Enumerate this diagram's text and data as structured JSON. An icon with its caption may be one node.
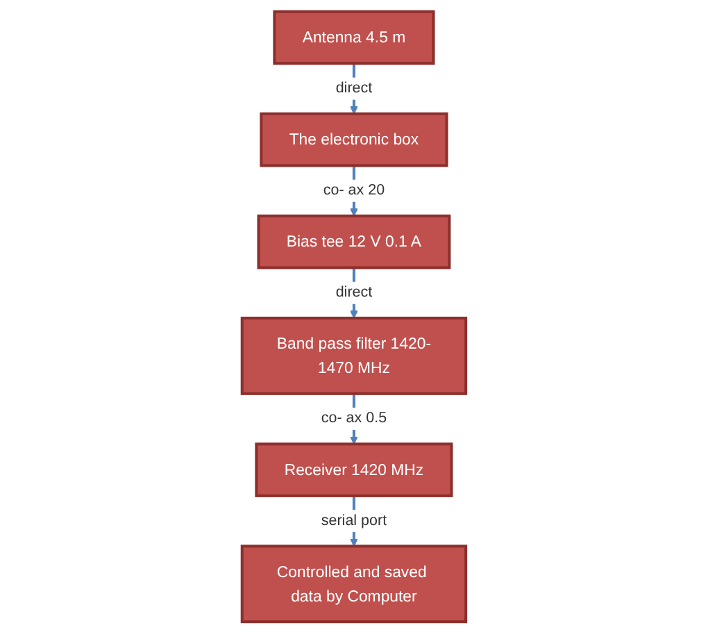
{
  "diagram": {
    "nodes": [
      {
        "text": [
          "Antenna 4.5 m"
        ]
      },
      {
        "text": [
          "The electronic box"
        ]
      },
      {
        "text": [
          "Bias tee 12 V 0.1 A"
        ]
      },
      {
        "text": [
          "Band pass filter 1420-1470 MHz"
        ]
      },
      {
        "text": [
          "Receiver 1420 MHz"
        ]
      },
      {
        "text": [
          "Controlled and saved data by Computer"
        ]
      }
    ],
    "edges": [
      {
        "from": 0,
        "to": 1,
        "arrow": "to",
        "label": "direct"
      },
      {
        "from": 1,
        "to": 2,
        "arrow": "to",
        "label": "co- ax 20"
      },
      {
        "from": 2,
        "to": 3,
        "arrow": "to",
        "label": "direct"
      },
      {
        "from": 3,
        "to": 4,
        "arrow": "to",
        "label": "co- ax 0.5"
      },
      {
        "from": 4,
        "to": 5,
        "arrow": "to",
        "label": "serial port"
      }
    ]
  }
}
